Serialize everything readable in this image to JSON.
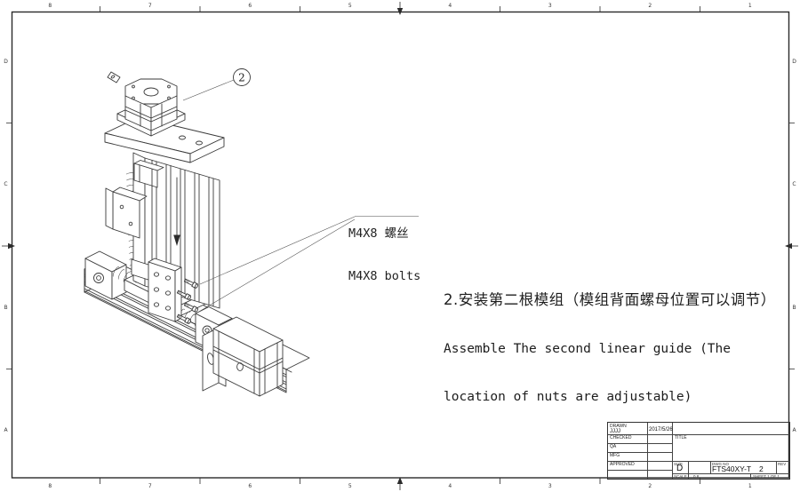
{
  "sheet": {
    "cols": [
      "8",
      "7",
      "6",
      "5",
      "4",
      "3",
      "2",
      "1"
    ],
    "rows": [
      "D",
      "C",
      "B",
      "A"
    ]
  },
  "balloon": {
    "number": "2"
  },
  "callout": {
    "line_zh": "M4X8 螺丝",
    "line_en": "M4X8 bolts"
  },
  "note": {
    "line_zh": "2.安装第二根模组（模组背面螺母位置可以调节）",
    "line_en1": "Assemble The second linear guide (The",
    "line_en2": "location of nuts are adjustable)"
  },
  "title_block": {
    "drawn_label": "DRAWN",
    "drawn_name": "JJJJ",
    "drawn_date": "2017/5/26",
    "checked_label": "CHECKED",
    "qa_label": "QA",
    "mfg_label": "MFG",
    "approved_label": "APPROVED",
    "title_label": "TITLE",
    "size_label": "SIZE",
    "size_value": "D",
    "dwg_no_label": "DWG NO",
    "dwg_no_value": "FTS40XY-T",
    "dwg_no_extra": "2",
    "rev_label": "REV",
    "scale_label": "SCALE",
    "scale_value": "0.8",
    "sheet_label": "SHEET 1 OF 1"
  },
  "colors": {
    "line": "#3a3a3a",
    "background": "#ffffff"
  }
}
